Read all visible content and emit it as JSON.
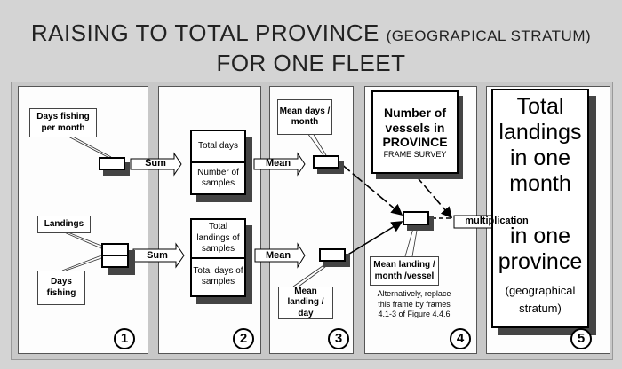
{
  "title": {
    "line1": "RAISING TO TOTAL PROVINCE",
    "line1_sub": "(GEOGRAPICAL STRATUM)",
    "line2": "FOR ONE FLEET"
  },
  "panel1": {
    "days_fishing_per_month": "Days fishing per month",
    "landings": "Landings",
    "days_fishing": "Days fishing",
    "number": "1"
  },
  "panel2": {
    "top": [
      "Total days",
      "Number of samples"
    ],
    "bottom": [
      "Total landings of samples",
      "Total days of samples"
    ],
    "number": "2"
  },
  "panel3": {
    "mean_days": "Mean days / month",
    "mean_landing": "Mean landing / day",
    "number": "3"
  },
  "panel4": {
    "vessels_line1": "Number of vessels in",
    "vessels_line2": "PROVINCE",
    "frame_survey": "FRAME SURVEY",
    "mean_landing_vessel": "Mean landing / month /vessel",
    "alternative": "Alternatively, replace this frame by frames 4.1-3 of Figure 4.4.6",
    "number": "4"
  },
  "panel5": {
    "line1": "Total landings in one month",
    "line2": "in one province",
    "line3": "(geographical stratum)",
    "number": "5"
  },
  "arrows": {
    "sum": "Sum",
    "mean": "Mean",
    "multiplication": "multiplication"
  }
}
